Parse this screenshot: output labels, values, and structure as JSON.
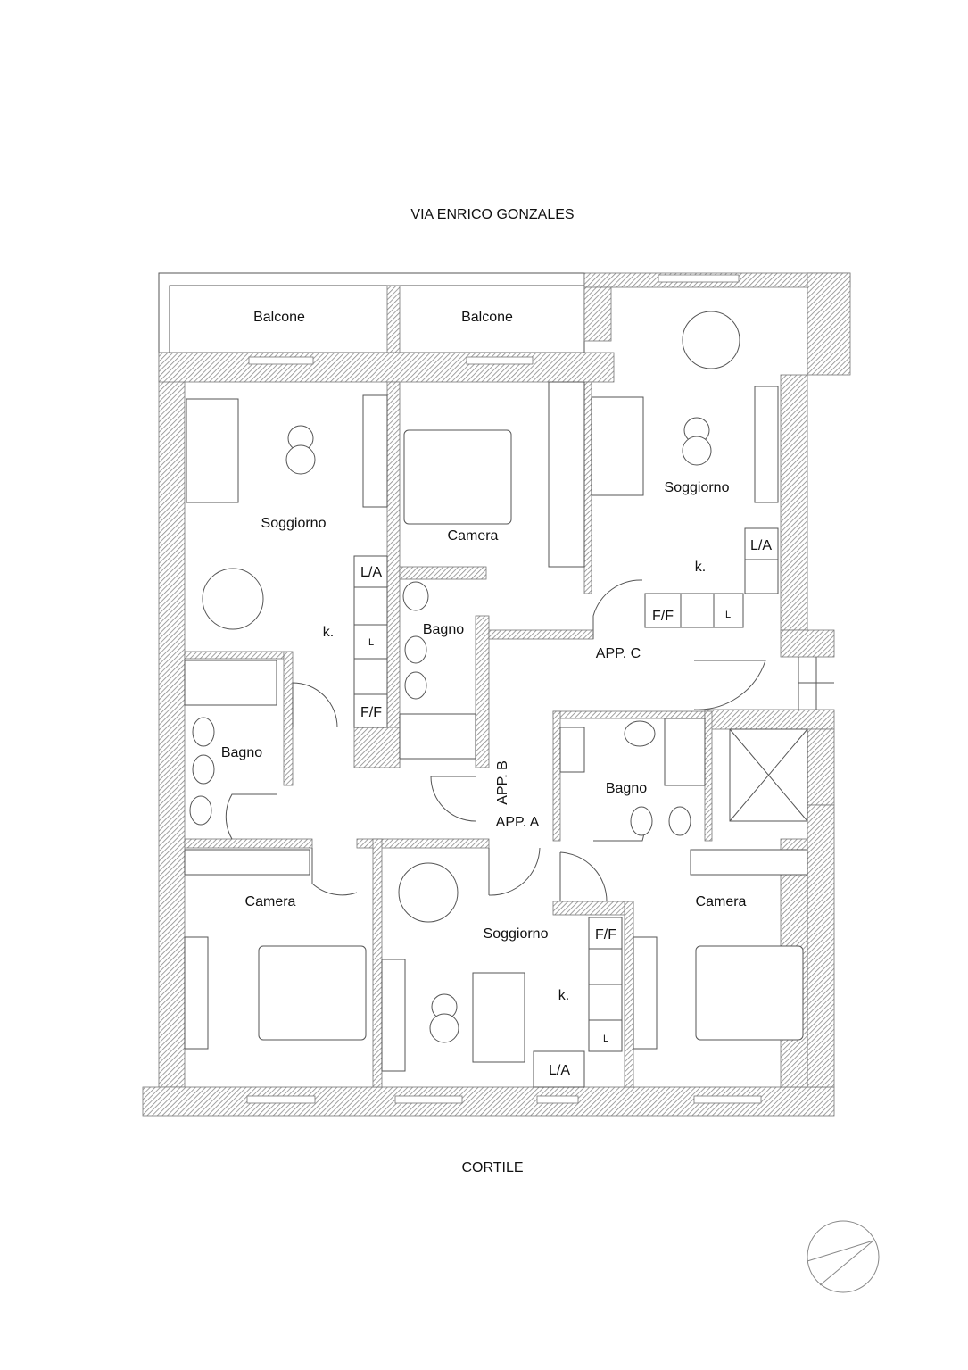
{
  "plan": {
    "street_label": "VIA ENRICO GONZALES",
    "courtyard_label": "CORTILE",
    "rooms": [
      "Balcone",
      "Balcone",
      "Soggiorno",
      "Camera",
      "Soggiorno",
      "L/A",
      "k.",
      "Bagno",
      "L/A",
      "k.",
      "F/F",
      "L",
      "L",
      "F/F",
      "APP. C",
      "Bagno",
      "APP. B",
      "APP. A",
      "Bagno",
      "Camera",
      "Soggiorno",
      "F/F",
      "k.",
      "Camera",
      "L",
      "L/A"
    ]
  }
}
